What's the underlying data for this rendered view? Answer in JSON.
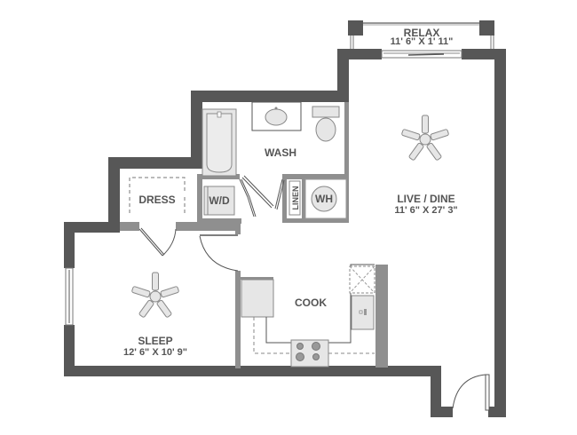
{
  "plan": {
    "colors": {
      "exterior_wall": "#575757",
      "interior_wall": "#8f8f8f",
      "fixture_fill": "#e6e6e6",
      "fixture_stroke": "#8a8a8a",
      "text": "#555555"
    },
    "rooms": {
      "relax": {
        "name": "RELAX",
        "dims": "11' 6\" X 1' 11\""
      },
      "live_dine": {
        "name": "LIVE / DINE",
        "dims": "11' 6\" X 27' 3\""
      },
      "wash": {
        "name": "WASH"
      },
      "dress": {
        "name": "DRESS"
      },
      "wd": {
        "name": "W/D"
      },
      "linen": {
        "name": "LINEN"
      },
      "wh": {
        "name": "WH"
      },
      "sleep": {
        "name": "SLEEP",
        "dims": "12' 6\" X 10' 9\""
      },
      "cook": {
        "name": "COOK"
      }
    }
  }
}
